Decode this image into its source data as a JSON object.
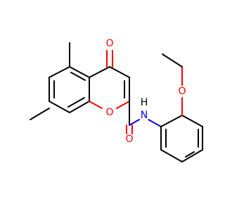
{
  "diagram": {
    "type": "chemical-structure",
    "colors": {
      "carbon_bond": "#000000",
      "oxygen": "#ff0000",
      "nitrogen": "#0000ff",
      "background": "#ffffff"
    },
    "atoms": {
      "ketone_oxygen": "O",
      "ring_oxygen": "O",
      "amide_oxygen": "O",
      "ether_oxygen": "O",
      "amide_nitrogen": "N",
      "amide_hydrogen": "H"
    }
  }
}
